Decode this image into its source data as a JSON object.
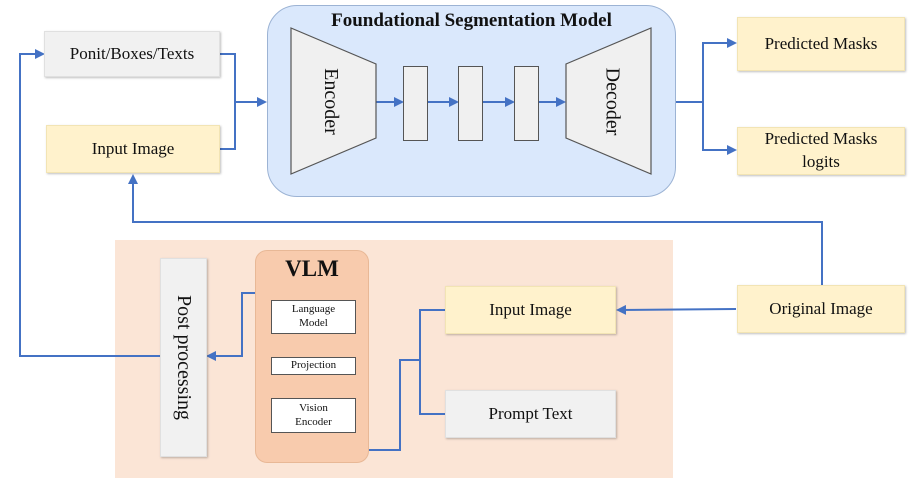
{
  "segmentation_model": {
    "title": "Foundational Segmentation Model",
    "encoder_label": "Encoder",
    "decoder_label": "Decoder"
  },
  "inputs": {
    "prompts_label": "Ponit/Boxes/Texts",
    "input_image_label": "Input Image"
  },
  "outputs": {
    "predicted_masks_label": "Predicted Masks",
    "predicted_masks_logits_label": "Predicted Masks logits"
  },
  "vlm": {
    "title": "VLM",
    "language_model_label": "Language Model",
    "projection_label": "Projection",
    "vision_encoder_label": "Vision Encoder"
  },
  "post_processing_label": "Post processing",
  "vlm_input_image_label": "Input Image",
  "prompt_text_label": "Prompt Text",
  "original_image_label": "Original Image",
  "colors": {
    "arrow": "#4472c4",
    "segmentation_panel": "#dae8fc",
    "vlm_region": "#fbe5d6",
    "vlm_block": "#f8cbad",
    "yellow_box": "#fff2cc",
    "gray_box": "#f1f1f1"
  }
}
